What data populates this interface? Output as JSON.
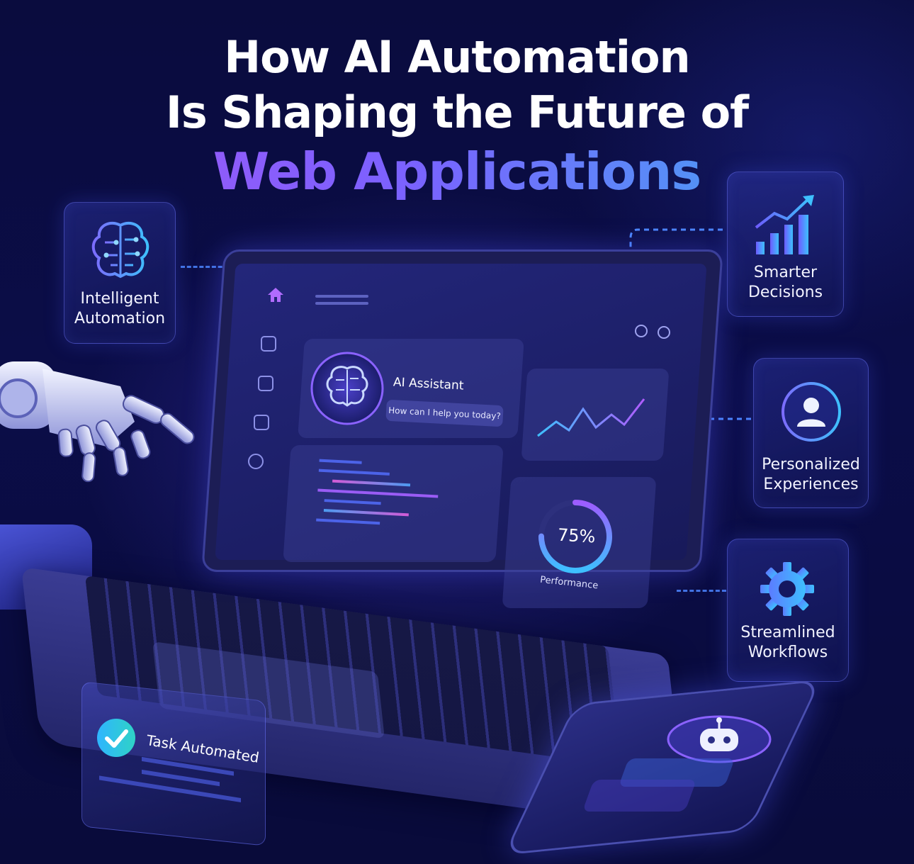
{
  "headline": {
    "line1": "How AI Automation",
    "line2": "Is Shaping the Future of",
    "line3": "Web Applications"
  },
  "features": {
    "intelligent_automation": "Intelligent\nAutomation",
    "smarter_decisions": "Smarter\nDecisions",
    "personalized_experiences": "Personalized\nExperiences",
    "streamlined_workflows": "Streamlined\nWorkflows"
  },
  "laptop_screen": {
    "assistant_title": "AI Assistant",
    "assistant_prompt": "How can I help you today?",
    "performance_value": "75%",
    "performance_label": "Performance",
    "performance_fraction": 0.75
  },
  "task_card": {
    "label": "Task Automated"
  },
  "colors": {
    "accent_purple": "#a455f5",
    "accent_blue": "#38b4f0",
    "background": "#0b0d48",
    "check_teal": "#2fd3c6"
  },
  "icons": [
    "brain-icon",
    "bar-chart-up-icon",
    "user-icon",
    "gear-icon",
    "home-icon",
    "check-icon",
    "robot-face-icon"
  ]
}
